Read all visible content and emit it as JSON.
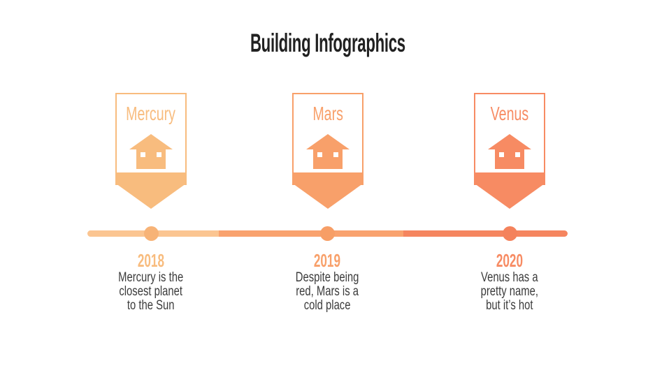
{
  "title": "Building Infographics",
  "background": "#FFFFFF",
  "text_colors": {
    "title": "#212121",
    "description": "#3B3B3B"
  },
  "icons": {
    "banner_icon": "house-icon"
  },
  "columns": [
    {
      "planet": "Mercury",
      "year": "2018",
      "description": "Mercury is the\nclosest planet\nto the Sun",
      "color": "#F8BC7E",
      "dot_color": "#F7B377",
      "segment_color": "#FBC591"
    },
    {
      "planet": "Mars",
      "year": "2019",
      "description": "Despite being\nred, Mars is a\ncold place",
      "color": "#F8A06A",
      "dot_color": "#F79E66",
      "segment_color": "#F9A26E"
    },
    {
      "planet": "Venus",
      "year": "2020",
      "description": "Venus has a\npretty name,\nbut it’s hot",
      "color": "#F78B63",
      "dot_color": "#F4825C",
      "segment_color": "#F5855F"
    }
  ]
}
